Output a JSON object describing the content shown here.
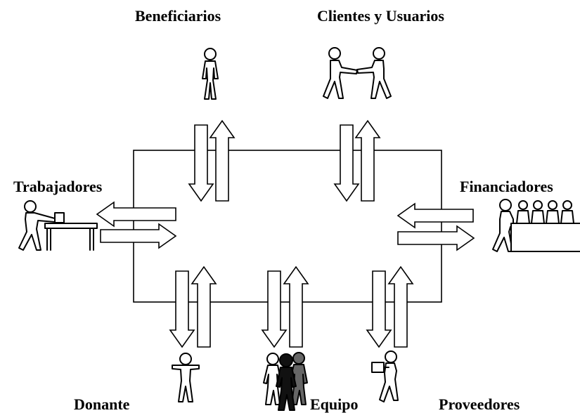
{
  "labels": {
    "beneficiarios": "Beneficiarios",
    "clientes": "Clientes y Usuarios",
    "trabajadores": "Trabajadores",
    "financiadores": "Financiadores",
    "donante": "Donante",
    "equipo": "Equipo",
    "proveedores": "Proveedores"
  }
}
